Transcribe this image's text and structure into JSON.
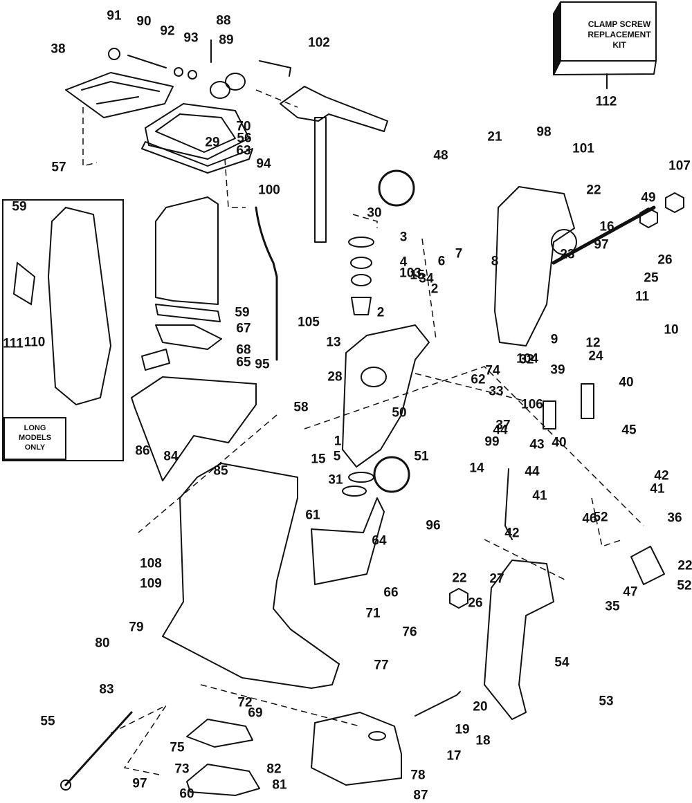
{
  "diagram": {
    "type": "exploded-parts-diagram",
    "subject": "outboard motor midsection / swivel & stern bracket assembly",
    "kit_box": {
      "lines": [
        "CLAMP SCREW",
        "REPLACEMENT",
        "KIT"
      ],
      "part_number": "112"
    },
    "inset_note": {
      "lines": [
        "LONG",
        "MODELS",
        "ONLY"
      ]
    },
    "symbols": [
      "sealant-symbol-upper",
      "sealant-symbol-lower"
    ],
    "part_labels": [
      "1",
      "2",
      "2",
      "3",
      "4",
      "5",
      "6",
      "7",
      "8",
      "9",
      "10",
      "11",
      "12",
      "13",
      "14",
      "15",
      "15",
      "16",
      "17",
      "18",
      "19",
      "20",
      "21",
      "22",
      "22",
      "22",
      "23",
      "24",
      "25",
      "26",
      "26",
      "27",
      "28",
      "29",
      "30",
      "31",
      "32",
      "33",
      "34",
      "35",
      "36",
      "37",
      "38",
      "39",
      "40",
      "40",
      "41",
      "41",
      "42",
      "42",
      "43",
      "44",
      "44",
      "45",
      "46",
      "47",
      "48",
      "49",
      "50",
      "51",
      "52",
      "52",
      "53",
      "54",
      "55",
      "56",
      "57",
      "58",
      "59",
      "59",
      "60",
      "61",
      "62",
      "63",
      "64",
      "65",
      "66",
      "67",
      "68",
      "69",
      "70",
      "71",
      "72",
      "73",
      "74",
      "75",
      "76",
      "77",
      "78",
      "79",
      "80",
      "81",
      "82",
      "83",
      "84",
      "85",
      "86",
      "87",
      "88",
      "89",
      "90",
      "91",
      "92",
      "93",
      "94",
      "95",
      "96",
      "97",
      "97",
      "98",
      "99",
      "100",
      "101",
      "102",
      "103",
      "104",
      "105",
      "106",
      "107",
      "108",
      "109",
      "110",
      "111",
      "112"
    ]
  }
}
